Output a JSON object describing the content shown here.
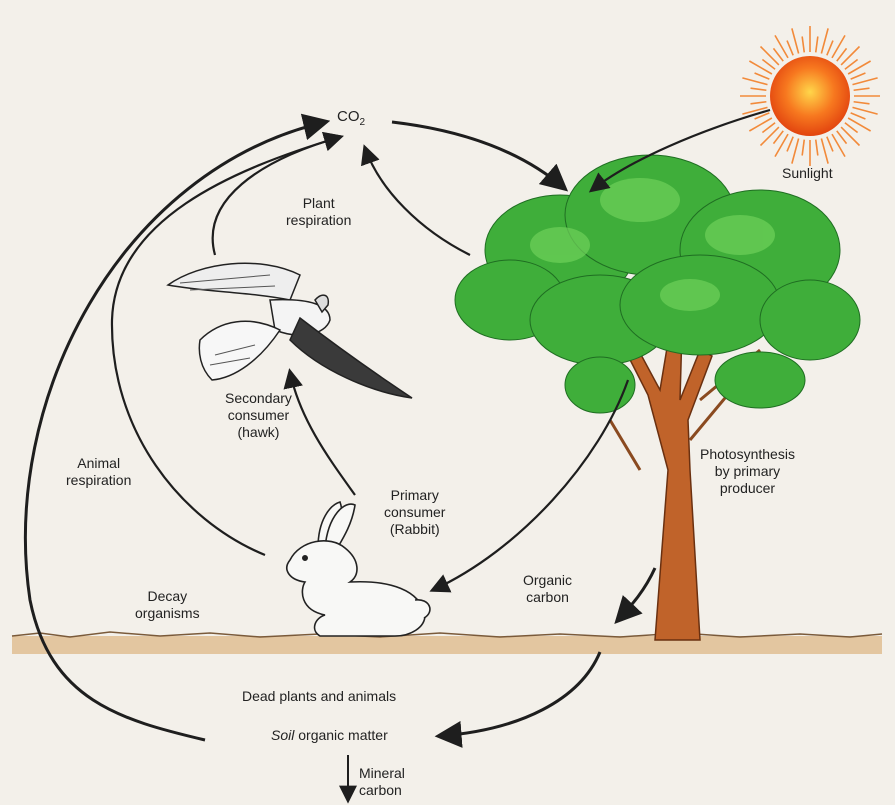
{
  "labels": {
    "co2": "CO2",
    "sunlight": "Sunlight",
    "plant_respiration": [
      "Plant",
      "respiration"
    ],
    "secondary_consumer": [
      "Secondary",
      "consumer",
      "(hawk)"
    ],
    "animal_respiration": [
      "Animal",
      "respiration"
    ],
    "primary_consumer": [
      "Primary",
      "consumer",
      "(Rabbit)"
    ],
    "photosynthesis": [
      "Photosynthesis",
      "by primary",
      "producer"
    ],
    "organic_carbon": [
      "Organic",
      "carbon"
    ],
    "decay_organisms": [
      "Decay",
      "organisms"
    ],
    "dead_plants_animals": "Dead plants and animals",
    "soil_word": "Soil",
    "organic_matter": "organic matter",
    "mineral_carbon": [
      "Mineral",
      "carbon"
    ]
  },
  "colors": {
    "background": "#f3f0ea",
    "arrow": "#1e1e1e",
    "ground": "#e3c6a0",
    "sun_core": "#f05a18",
    "sun_rays": "#f28a3a",
    "leaves": "#3fae3a",
    "trunk": "#c0632a"
  }
}
